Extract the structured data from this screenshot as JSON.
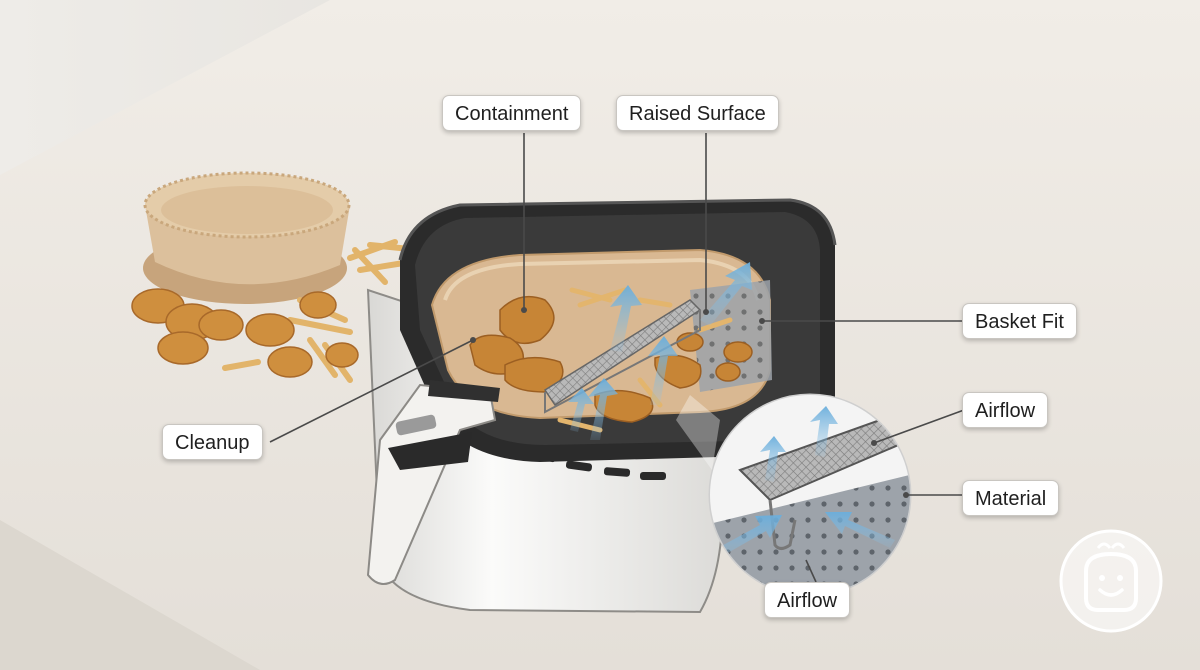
{
  "labels": {
    "containment": "Containment",
    "raised_surface": "Raised Surface",
    "basket_fit": "Basket Fit",
    "cleanup": "Cleanup",
    "airflow_top": "Airflow",
    "material": "Material",
    "airflow_bottom": "Airflow"
  },
  "icons": {
    "badge": "smiling-face-logo-icon"
  },
  "colors": {
    "callout_bg": "#ffffff",
    "leader_line": "#4a4a4a",
    "airflow_arrow": "#8fc3e6",
    "basket": "#2b2b2b",
    "fryer_body": "#f1f0ee",
    "parchment_liner": "#d8b894",
    "food": "#c98a3c"
  }
}
